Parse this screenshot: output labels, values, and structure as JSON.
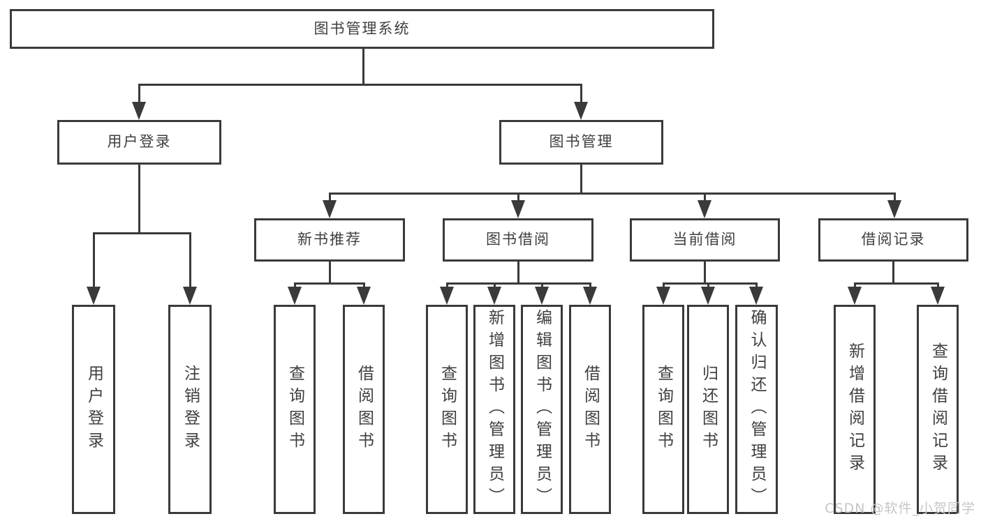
{
  "tree": {
    "label": "图书管理系统",
    "children": [
      {
        "label": "用户登录",
        "children": [
          {
            "label": "用户登录"
          },
          {
            "label": "注销登录"
          }
        ]
      },
      {
        "label": "图书管理",
        "children": [
          {
            "label": "新书推荐",
            "children": [
              {
                "label": "查询图书"
              },
              {
                "label": "借阅图书"
              }
            ]
          },
          {
            "label": "图书借阅",
            "children": [
              {
                "label": "查询图书"
              },
              {
                "label": "新增图书（管理员）"
              },
              {
                "label": "编辑图书（管理员）"
              },
              {
                "label": "借阅图书"
              }
            ]
          },
          {
            "label": "当前借阅",
            "children": [
              {
                "label": "查询图书"
              },
              {
                "label": "归还图书"
              },
              {
                "label": "确认归还（管理员）"
              }
            ]
          },
          {
            "label": "借阅记录",
            "children": [
              {
                "label": "新增借阅记录"
              },
              {
                "label": "查询借阅记录"
              }
            ]
          }
        ]
      }
    ]
  },
  "watermark": "CSDN @软件_小贺同学",
  "colors": {
    "line": "#3a3a3a",
    "box_fill": "#ffffff",
    "text": "#3f3f3f",
    "watermark": "#c6c6c6",
    "background": "#ffffff"
  }
}
